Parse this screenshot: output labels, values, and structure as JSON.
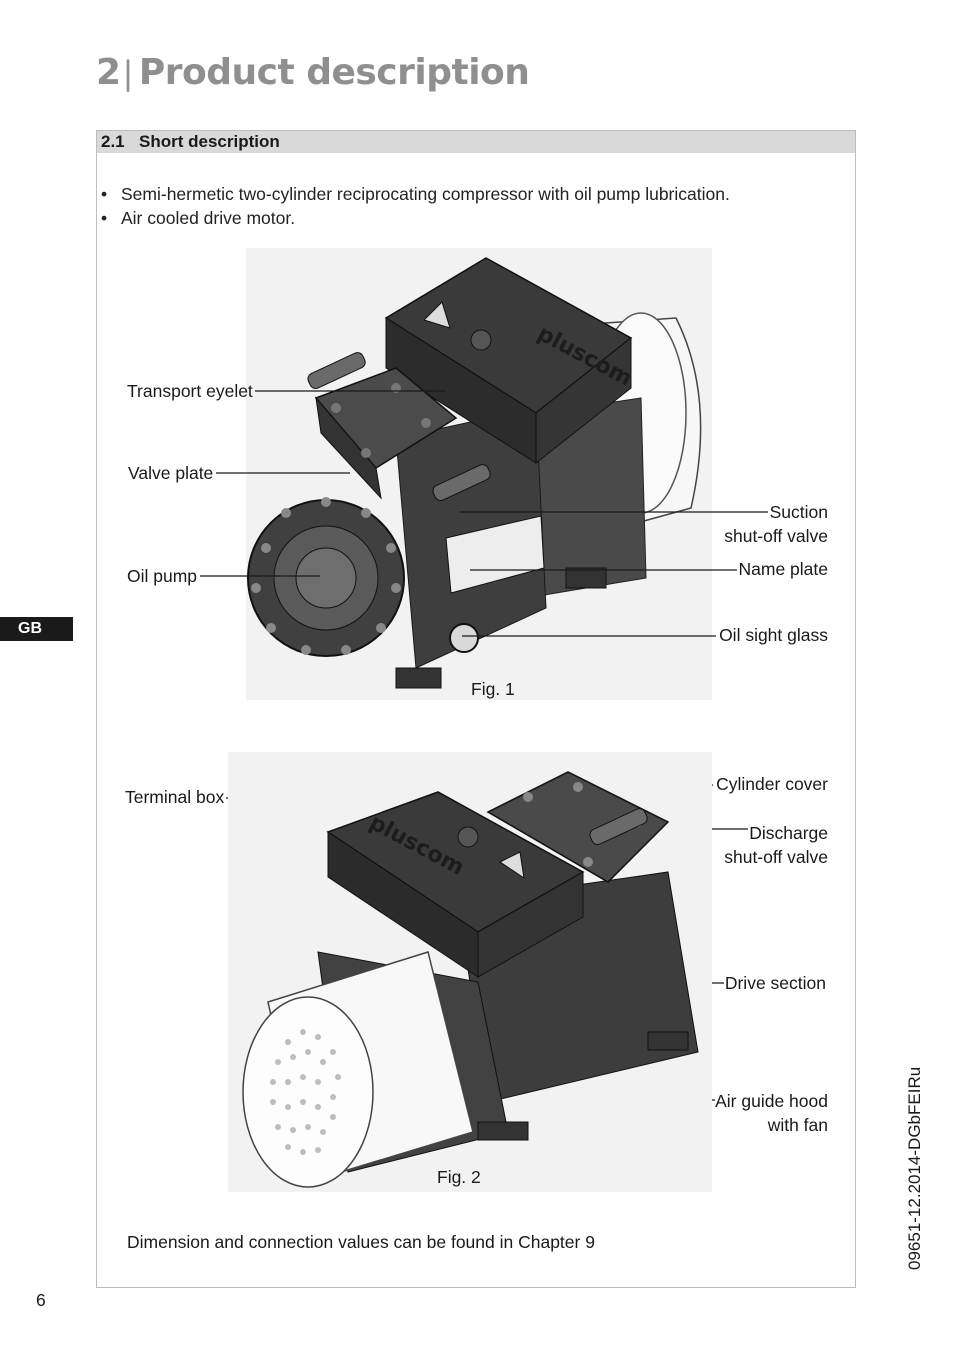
{
  "chapter": {
    "number": "2",
    "title": "Product description"
  },
  "section": {
    "number": "2.1",
    "title": "Short description"
  },
  "bullets": [
    "Semi-hermetic two-cylinder reciprocating compressor with oil pump lubrication.",
    "Air cooled drive motor."
  ],
  "figure1": {
    "caption": "Fig. 1",
    "brand": "pluscom",
    "labels": {
      "transport_eyelet": "Transport eyelet",
      "valve_plate": "Valve plate",
      "oil_pump": "Oil pump",
      "suction_valve_line1": "Suction",
      "suction_valve_line2": "shut-off valve",
      "name_plate": "Name plate",
      "oil_sight_glass": "Oil sight glass"
    }
  },
  "figure2": {
    "caption": "Fig. 2",
    "brand": "pluscom",
    "labels": {
      "terminal_box": "Terminal box",
      "cylinder_cover": "Cylinder cover",
      "discharge_valve_line1": "Discharge",
      "discharge_valve_line2": "shut-off valve",
      "drive_section": "Drive section",
      "air_guide_line1": "Air guide hood",
      "air_guide_line2": "with fan"
    }
  },
  "footer_note": "Dimension and connection values can be found in Chapter 9",
  "language_badge": "GB",
  "document_code": "09651-12.2014-DGbFEIRu",
  "page_number": "6",
  "colors": {
    "chapter_title": "#8f8f8f",
    "section_header_bg": "#d9d9d9",
    "badge_bg": "#1a1a1a"
  }
}
